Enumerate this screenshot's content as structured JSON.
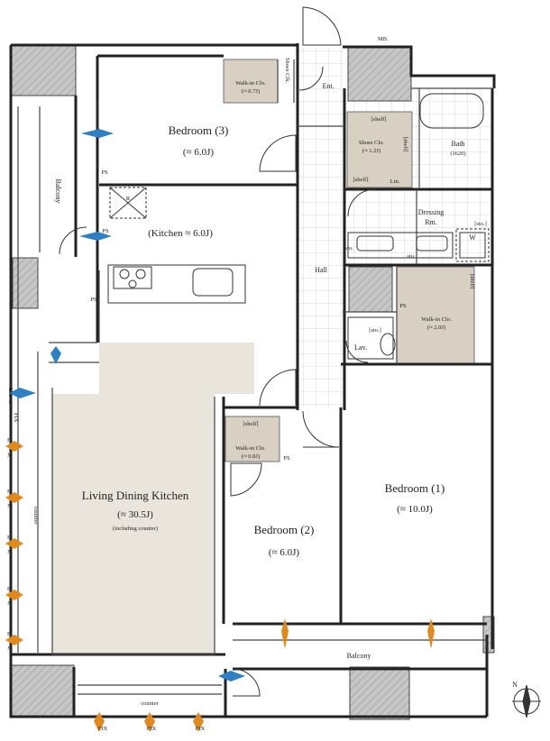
{
  "colors": {
    "wall": "#222222",
    "shaft": "#bdbdbd",
    "closet": "#d8d0c2",
    "ldk_floor": "#e9e4dc",
    "tile_grid": "#d9d9d9",
    "sun_orange": "#e08a1e",
    "wind_blue": "#2f7fc4"
  },
  "rooms": {
    "bedroom3": {
      "name": "Bedroom (3)",
      "size": "(≈ 6.0J)"
    },
    "walkin_clo_top": {
      "name": "Walk-in Clo.",
      "size": "(≈ 0.7J)"
    },
    "shoes_clk": {
      "name": "Shoes Clk."
    },
    "ent": {
      "name": "Ent."
    },
    "mb": {
      "name": "MB"
    },
    "shoes_clo": {
      "name": "Shoes Clo.",
      "size": "(≈ 1.2J)"
    },
    "bath": {
      "name": "Bath",
      "size": "(1620)"
    },
    "lin": {
      "name": "Lin."
    },
    "dressing": {
      "name": "Dressing",
      "name2": "Rm."
    },
    "kitchen": {
      "name": "(Kitchen ≈ 6.0J)"
    },
    "hall": {
      "name": "Hall"
    },
    "lav": {
      "name": "Lav."
    },
    "walkin_clo_big": {
      "name": "Walk-in Clo.",
      "size": "(≈ 2.0J)"
    },
    "walkin_clo_small": {
      "name": "Walk-in Clo.",
      "size": "(≈ 0.8J)"
    },
    "ldk": {
      "name": "Living Dining Kitchen",
      "size": "(≈ 30.5J)",
      "note": "(including counter)"
    },
    "bedroom2": {
      "name": "Bedroom (2)",
      "size": "(≈ 6.0J)"
    },
    "bedroom1": {
      "name": "Bedroom (1)",
      "size": "(≈ 10.0J)"
    },
    "balcony_side": {
      "name": "Balcony"
    },
    "balcony_bottom": {
      "name": "Balcony"
    }
  },
  "labels": {
    "ps": "PS",
    "sto": "sto.",
    "sto_br": "[sto.]",
    "shelf": "[shelf]",
    "fix": "FIX",
    "f": "F",
    "x": "X",
    "louver": "Louver",
    "counter": "counter",
    "r": "R",
    "w": "W",
    "compass_n": "N"
  }
}
